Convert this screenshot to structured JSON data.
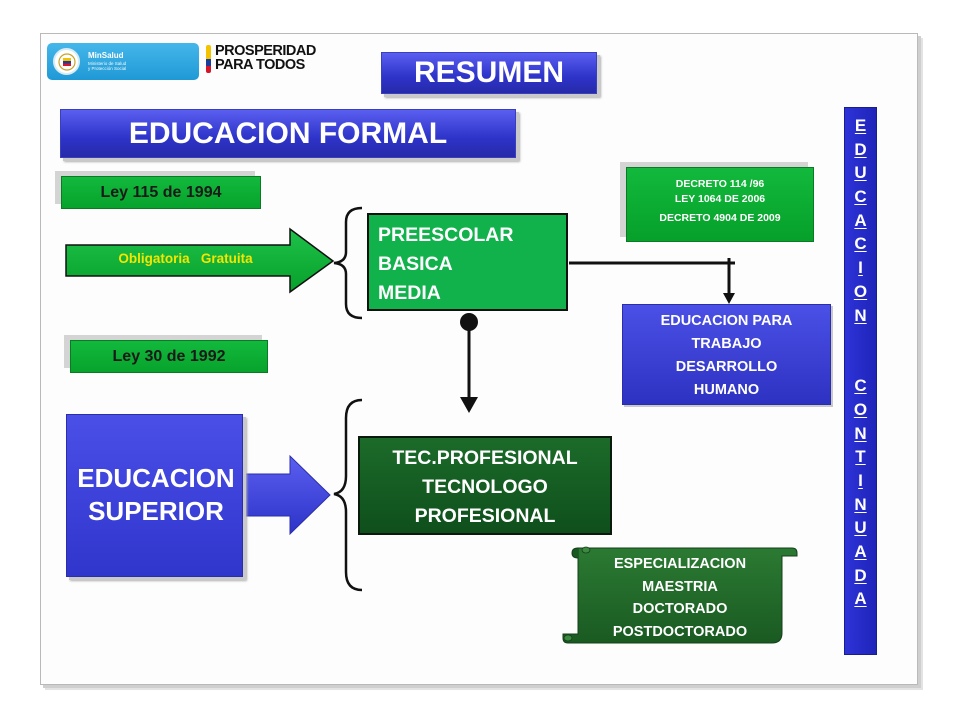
{
  "logos": {
    "minsalud_name": "MinSalud",
    "minsalud_sub1": "Ministerio de Salud",
    "minsalud_sub2": "y Protección Social",
    "prosperidad_line1": "PROSPERIDAD",
    "prosperidad_line2": "PARA TODOS"
  },
  "title": "RESUMEN",
  "formal": {
    "title": "EDUCACION FORMAL",
    "ley1": "Ley 115 de 1994",
    "arrow_label": "Obligatoria   Gratuita",
    "levels": [
      "PREESCOLAR",
      "BASICA",
      "MEDIA"
    ],
    "ley2": "Ley 30 de 1992"
  },
  "decretos": {
    "line1": "DECRETO 114 /96",
    "line2": "LEY 1064 DE 2006",
    "line3": "DECRETO  4904 DE  2009"
  },
  "trabajo": {
    "lines": [
      "EDUCACION PARA",
      "TRABAJO",
      "DESARROLLO",
      "HUMANO"
    ]
  },
  "superior": {
    "lines": [
      "EDUCACION",
      "SUPERIOR"
    ],
    "programs": [
      "TEC.PROFESIONAL",
      "TECNOLOGO",
      "PROFESIONAL"
    ],
    "posgrados": [
      "ESPECIALIZACION",
      "MAESTRIA",
      "DOCTORADO",
      "POSTDOCTORADO"
    ]
  },
  "continuada": {
    "word1": [
      "E",
      "D",
      "U",
      "C",
      "A",
      "C",
      "I",
      "O",
      "N"
    ],
    "word2": [
      "C",
      "O",
      "N",
      "T",
      "I",
      "N",
      "U",
      "A",
      "D",
      "A"
    ]
  },
  "colors": {
    "blue": "#2e33c9",
    "green": "#07a32c",
    "dark_green": "#0f4f1c"
  }
}
